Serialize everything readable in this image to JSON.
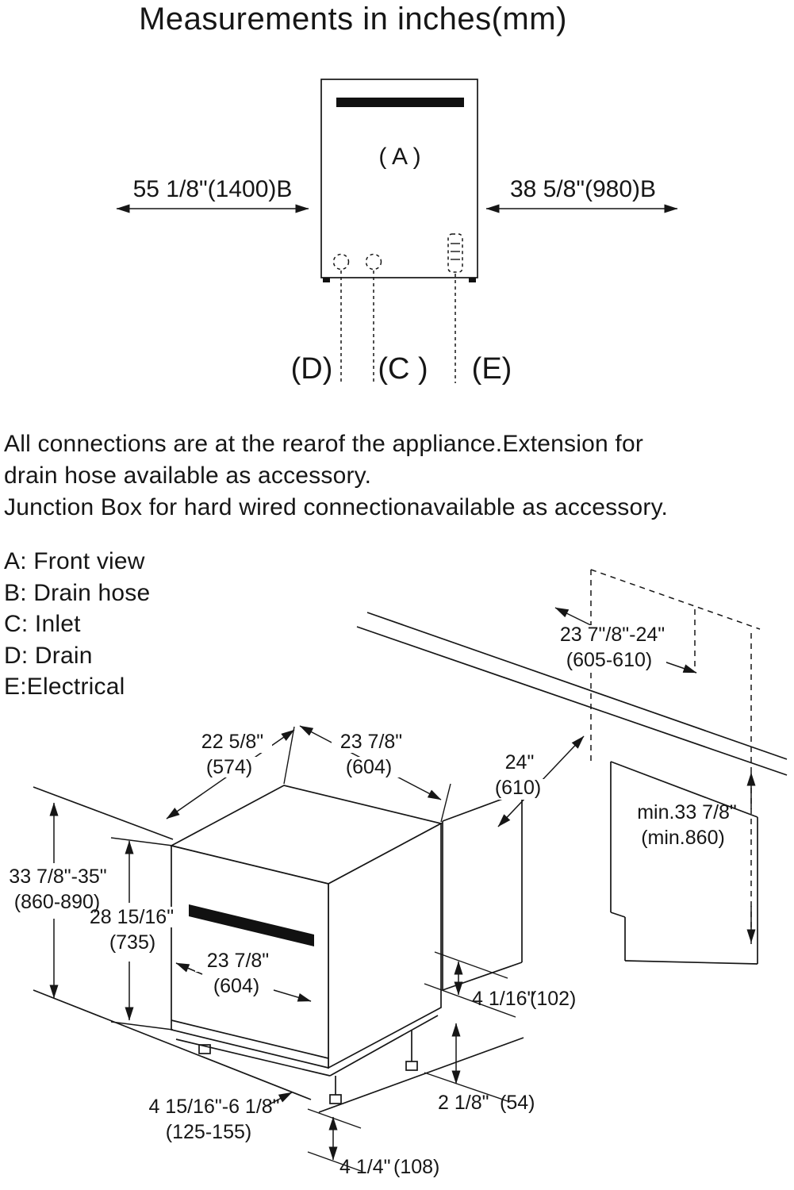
{
  "title": "Measurements in inches(mm)",
  "front_view": {
    "label_a": "( A )",
    "dim_left": "55 1/8\"(1400)B",
    "dim_right": "38 5/8\"(980)B",
    "label_d": "(D)",
    "label_c": "(C )",
    "label_e": "(E)"
  },
  "notes": [
    "All connections are at the rearof the appliance.Extension for",
    "drain hose available as accessory.",
    "Junction Box for hard wired connectionavailable as accessory."
  ],
  "legend": [
    "A: Front view",
    "B: Drain hose",
    "C: Inlet",
    "D: Drain",
    "E:Electrical"
  ],
  "install_view": {
    "niche_depth_in": "23 7\"/8\"-24\"",
    "niche_depth_mm": "(605-610)",
    "top_depth_in": "22 5/8\"",
    "top_depth_mm": "(574)",
    "top_width_in": "23 7/8\"",
    "top_width_mm": "(604)",
    "counter_depth_in": "24\"",
    "counter_depth_mm": "(610)",
    "min_height_in": "min.33 7/8\"",
    "min_height_mm": "(min.860)",
    "niche_height_in": "33 7/8\"-35\"",
    "niche_height_mm": "(860-890)",
    "body_height_in": "28 15/16\"",
    "body_height_mm": "(735)",
    "door_width_in": "23 7/8\"",
    "door_width_mm": "(604)",
    "kick_height_in": "4 1/16\"",
    "kick_height_mm": "(102)",
    "toe_depth_in": "2 1/8\"",
    "toe_depth_mm": "(54)",
    "foot_range_in": "4 15/16\"-6 1/8\"",
    "foot_range_mm": "(125-155)",
    "base_height_in": "4 1/4\"",
    "base_height_mm": "(108)"
  }
}
